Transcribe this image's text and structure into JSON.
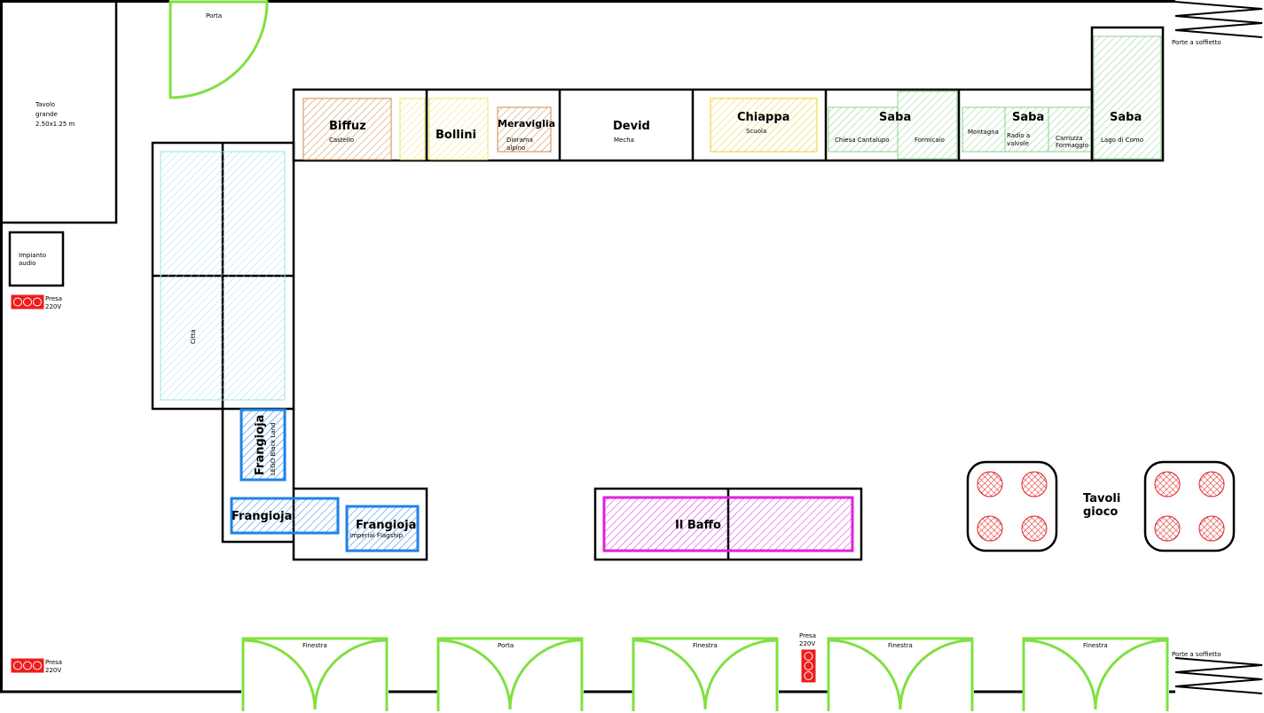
{
  "colors": {
    "door": "#80e040",
    "biffuz": "#d08a4a",
    "bollini": "#f0e060",
    "chiappa": "#f0d020",
    "saba": "#8ed08e",
    "citta": "#9ee0f0",
    "frangioja": "#1e82e6",
    "baffo": "#e020e0",
    "presa": "#ee1c1c",
    "gioco": "#e02020"
  },
  "labels": {
    "porta_top": "Porta",
    "tavolo_grande_1": "Tavolo",
    "tavolo_grande_2": "grande",
    "tavolo_grande_3": "2.50x1.25 m",
    "porte_soffietto_top": "Porte a soffietto",
    "porte_soffietto_bottom": "Porte a soffietto",
    "impianto_1": "Impianto",
    "impianto_2": "audio",
    "presa_1a": "Presa",
    "presa_1b": "220V",
    "presa_2a": "Presa",
    "presa_2b": "220V",
    "presa_3a": "Presa",
    "presa_3b": "220V",
    "biffuz": "Biffuz",
    "castello": "Castello",
    "bollini": "Bollini",
    "meraviglia": "Meraviglia",
    "diorama_1": "Diorama",
    "diorama_2": "alpino",
    "devid": "Devid",
    "mecha": "Mecha",
    "chiappa": "Chiappa",
    "scuola": "Scuola",
    "saba_1": "Saba",
    "chiesa": "Chiesa Cantalupo",
    "formicaio": "Formicaio",
    "saba_2": "Saba",
    "montagna": "Montagna",
    "radio_1": "Radio a",
    "radio_2": "valvole",
    "carrozza_1": "Carrozza",
    "carrozza_2": "Formaggio",
    "saba_3": "Saba",
    "lago": "Lago di Como",
    "citta": "Città",
    "frangioja_1": "Frangioja",
    "lego_black": "LEGO Black Land",
    "frangioja_2": "Frangioja",
    "frangioja_3": "Frangioja",
    "imperial": "Imperial Flagship",
    "baffo": "Il Baffo",
    "tavoli_1": "Tavoli",
    "tavoli_2": "gioco",
    "finestra_1": "Finestra",
    "porta_bottom": "Porta",
    "finestra_2": "Finestra",
    "finestra_3": "Finestra",
    "finestra_4": "Finestra"
  }
}
